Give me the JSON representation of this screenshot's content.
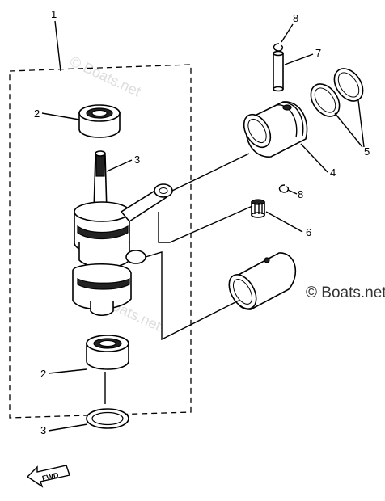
{
  "callouts": {
    "c1": "1",
    "c2_top": "2",
    "c2_bottom": "2",
    "c3_shaft": "3",
    "c3_ring": "3",
    "c4": "4",
    "c5": "5",
    "c6": "6",
    "c7": "7",
    "c8_top": "8",
    "c8_mid": "8"
  },
  "watermark": {
    "text_main": "© Boats.net",
    "text_faint_top": "© Boats.net",
    "text_faint_mid": "© Boats.net"
  },
  "fwd_label": "FWD"
}
